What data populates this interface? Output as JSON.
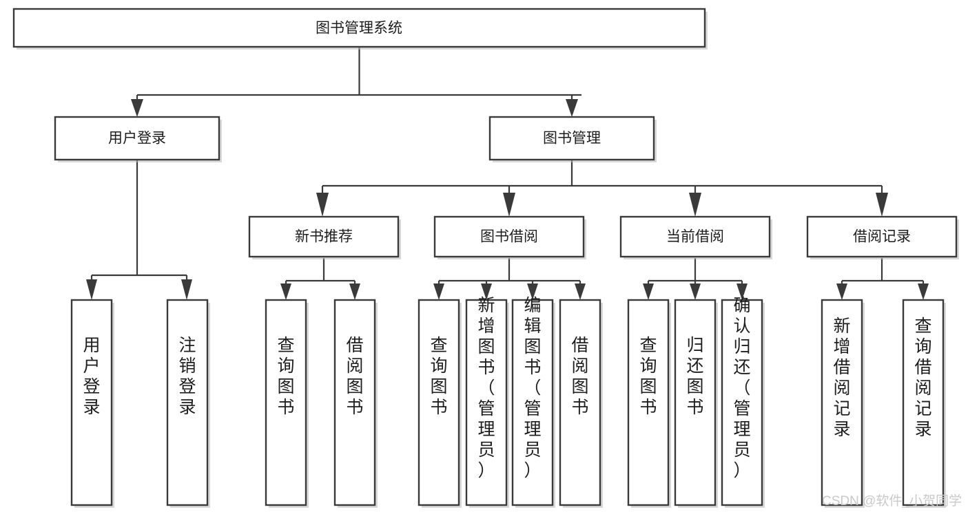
{
  "diagram": {
    "title": "图书管理系统",
    "type": "tree-hierarchy-diagram",
    "root": {
      "id": "root",
      "label": "图书管理系统"
    },
    "level2": [
      {
        "id": "user-login",
        "label": "用户登录"
      },
      {
        "id": "book-manage",
        "label": "图书管理"
      }
    ],
    "level3": [
      {
        "id": "new-book-recommend",
        "label": "新书推荐",
        "parent": "book-manage"
      },
      {
        "id": "book-borrow",
        "label": "图书借阅",
        "parent": "book-manage"
      },
      {
        "id": "current-borrow",
        "label": "当前借阅",
        "parent": "book-manage"
      },
      {
        "id": "borrow-record",
        "label": "借阅记录",
        "parent": "book-manage"
      }
    ],
    "leaves": {
      "user-login": [
        {
          "id": "leaf-user-login",
          "label": "用户登录"
        },
        {
          "id": "leaf-logout-login",
          "label": "注销登录"
        }
      ],
      "new-book-recommend": [
        {
          "id": "leaf-query-book-1",
          "label": "查询图书"
        },
        {
          "id": "leaf-borrow-book-1",
          "label": "借阅图书"
        }
      ],
      "book-borrow": [
        {
          "id": "leaf-query-book-2",
          "label": "查询图书"
        },
        {
          "id": "leaf-add-book",
          "label": "新增图书（管理员）"
        },
        {
          "id": "leaf-edit-book",
          "label": "编辑图书（管理员）"
        },
        {
          "id": "leaf-borrow-book-2",
          "label": "借阅图书"
        }
      ],
      "current-borrow": [
        {
          "id": "leaf-query-book-3",
          "label": "查询图书"
        },
        {
          "id": "leaf-return-book",
          "label": "归还图书"
        },
        {
          "id": "leaf-confirm-return",
          "label": "确认归还（管理员）"
        }
      ],
      "borrow-record": [
        {
          "id": "leaf-add-record",
          "label": "新增借阅记录"
        },
        {
          "id": "leaf-query-record",
          "label": "查询借阅记录"
        }
      ]
    }
  },
  "watermark": {
    "text": "CSDN @软件_小贺同学"
  },
  "colors": {
    "box_stroke": "#3a3a3a",
    "box_fill": "#ffffff",
    "line": "#3a3a3a",
    "text": "#1d1d1d",
    "watermark": "#c9c9c9",
    "background": "#ffffff"
  }
}
